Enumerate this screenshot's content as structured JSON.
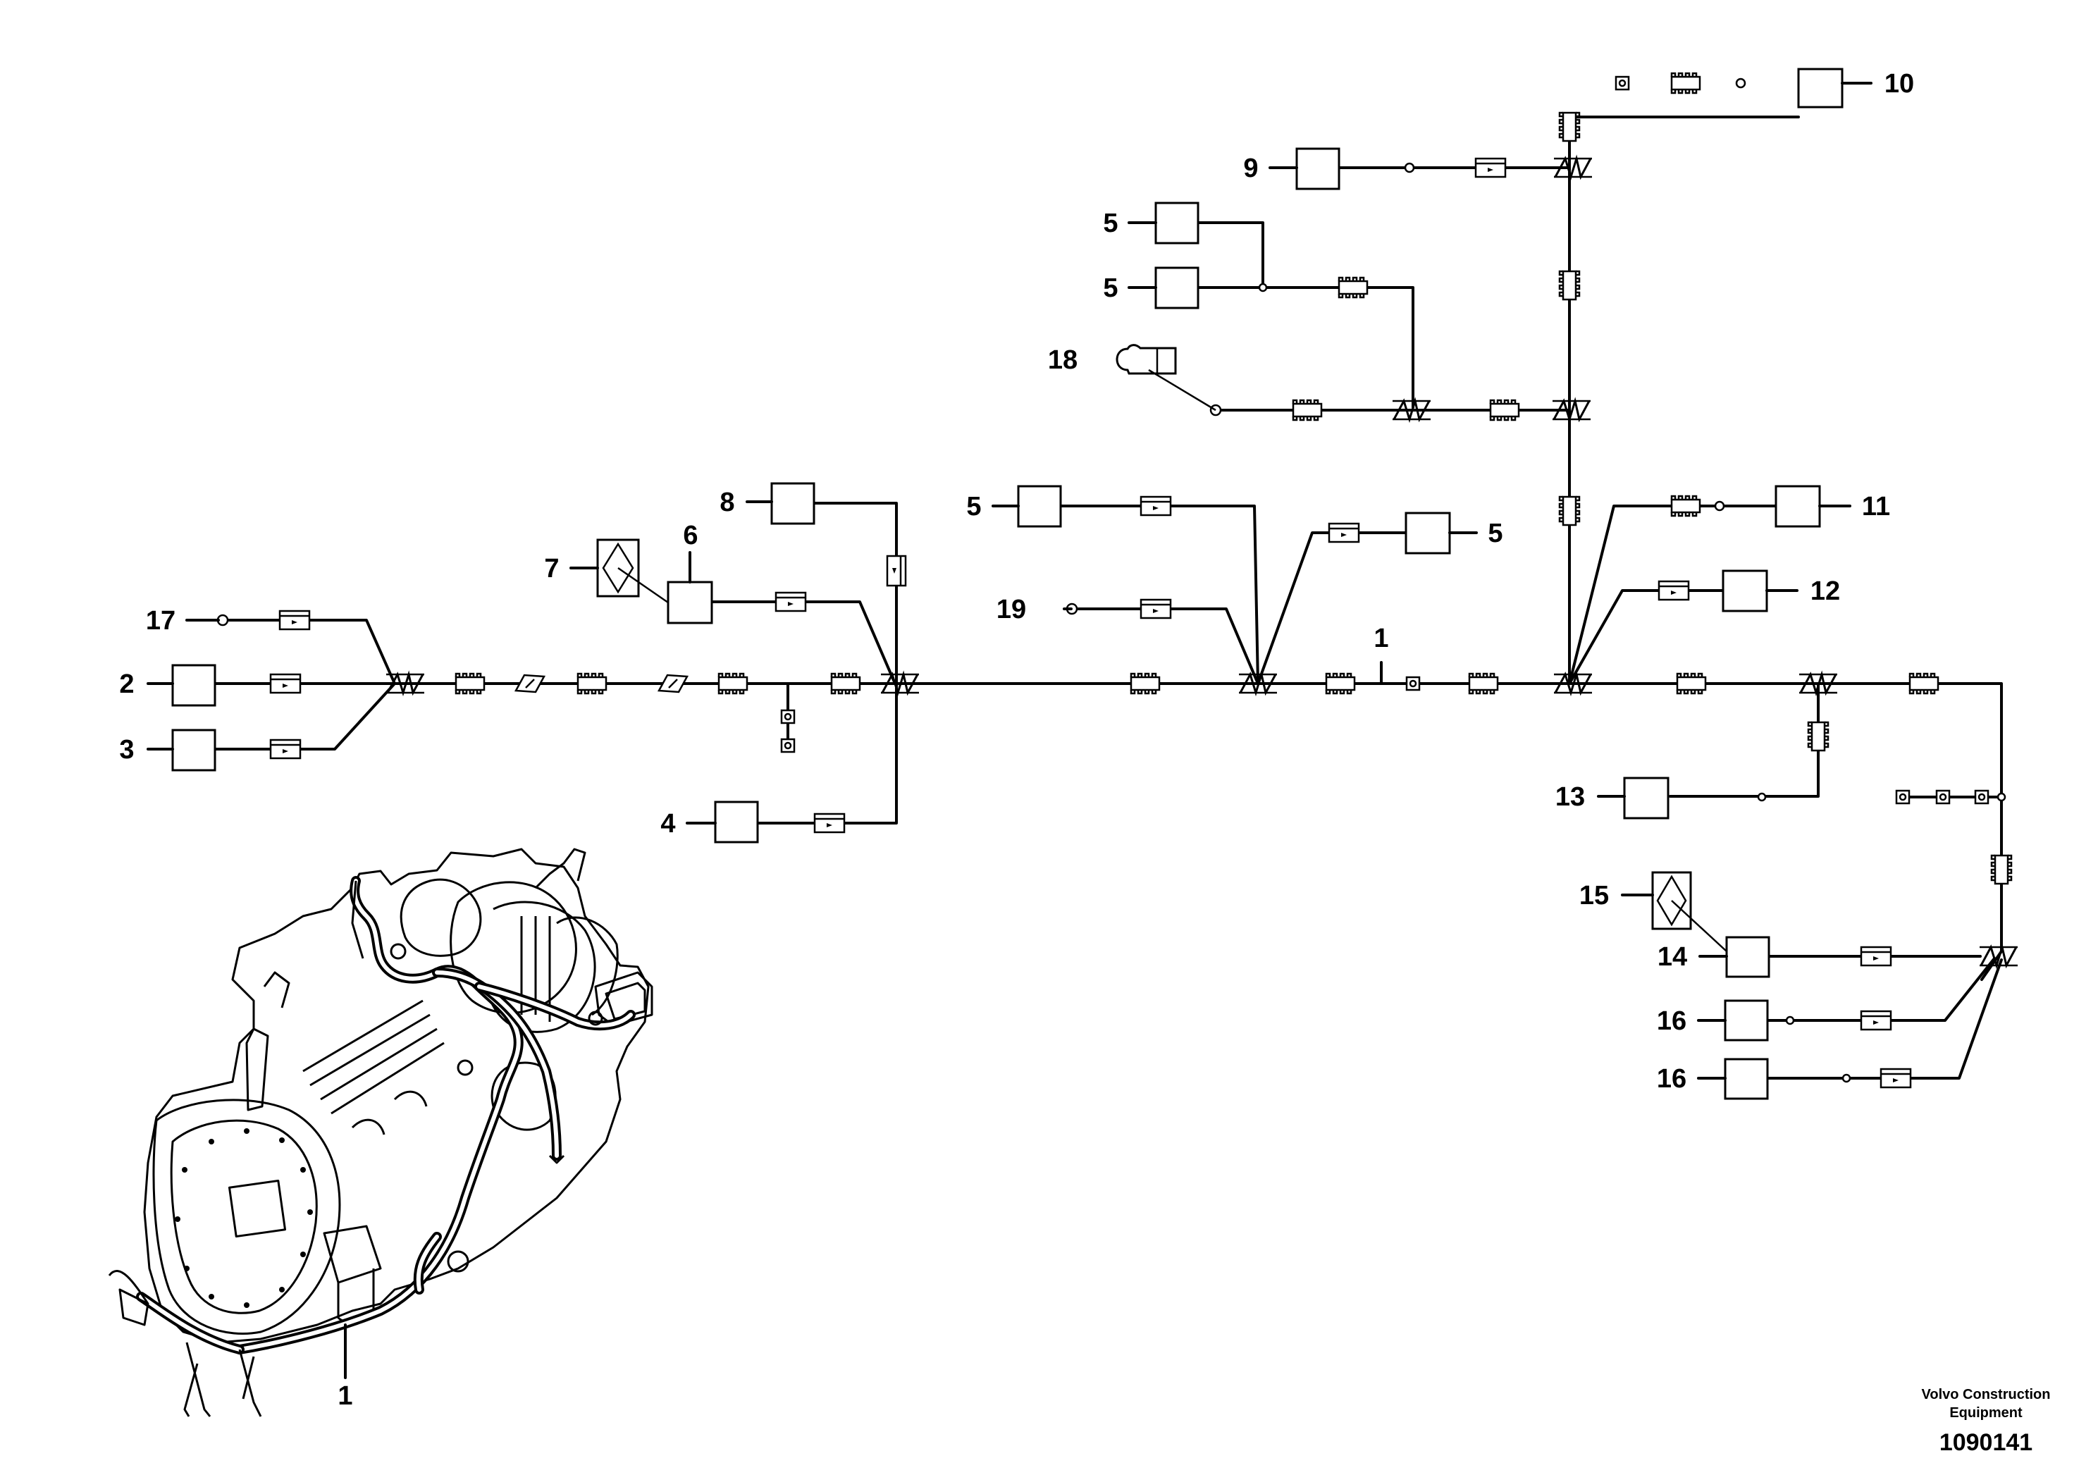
{
  "callouts": [
    {
      "id": "c1a",
      "text": "1"
    },
    {
      "id": "c1b",
      "text": "1"
    },
    {
      "id": "c2",
      "text": "2"
    },
    {
      "id": "c3",
      "text": "3"
    },
    {
      "id": "c4",
      "text": "4"
    },
    {
      "id": "c5a",
      "text": "5"
    },
    {
      "id": "c5b",
      "text": "5"
    },
    {
      "id": "c5c",
      "text": "5"
    },
    {
      "id": "c5d",
      "text": "5"
    },
    {
      "id": "c6",
      "text": "6"
    },
    {
      "id": "c7",
      "text": "7"
    },
    {
      "id": "c8",
      "text": "8"
    },
    {
      "id": "c9",
      "text": "9"
    },
    {
      "id": "c10",
      "text": "10"
    },
    {
      "id": "c11",
      "text": "11"
    },
    {
      "id": "c12",
      "text": "12"
    },
    {
      "id": "c13",
      "text": "13"
    },
    {
      "id": "c14",
      "text": "14"
    },
    {
      "id": "c15",
      "text": "15"
    },
    {
      "id": "c16a",
      "text": "16"
    },
    {
      "id": "c16b",
      "text": "16"
    },
    {
      "id": "c17",
      "text": "17"
    },
    {
      "id": "c18",
      "text": "18"
    },
    {
      "id": "c19",
      "text": "19"
    }
  ],
  "footer": {
    "company_line1": "Volvo Construction",
    "company_line2": "Equipment",
    "drawing_number": "1090141"
  }
}
